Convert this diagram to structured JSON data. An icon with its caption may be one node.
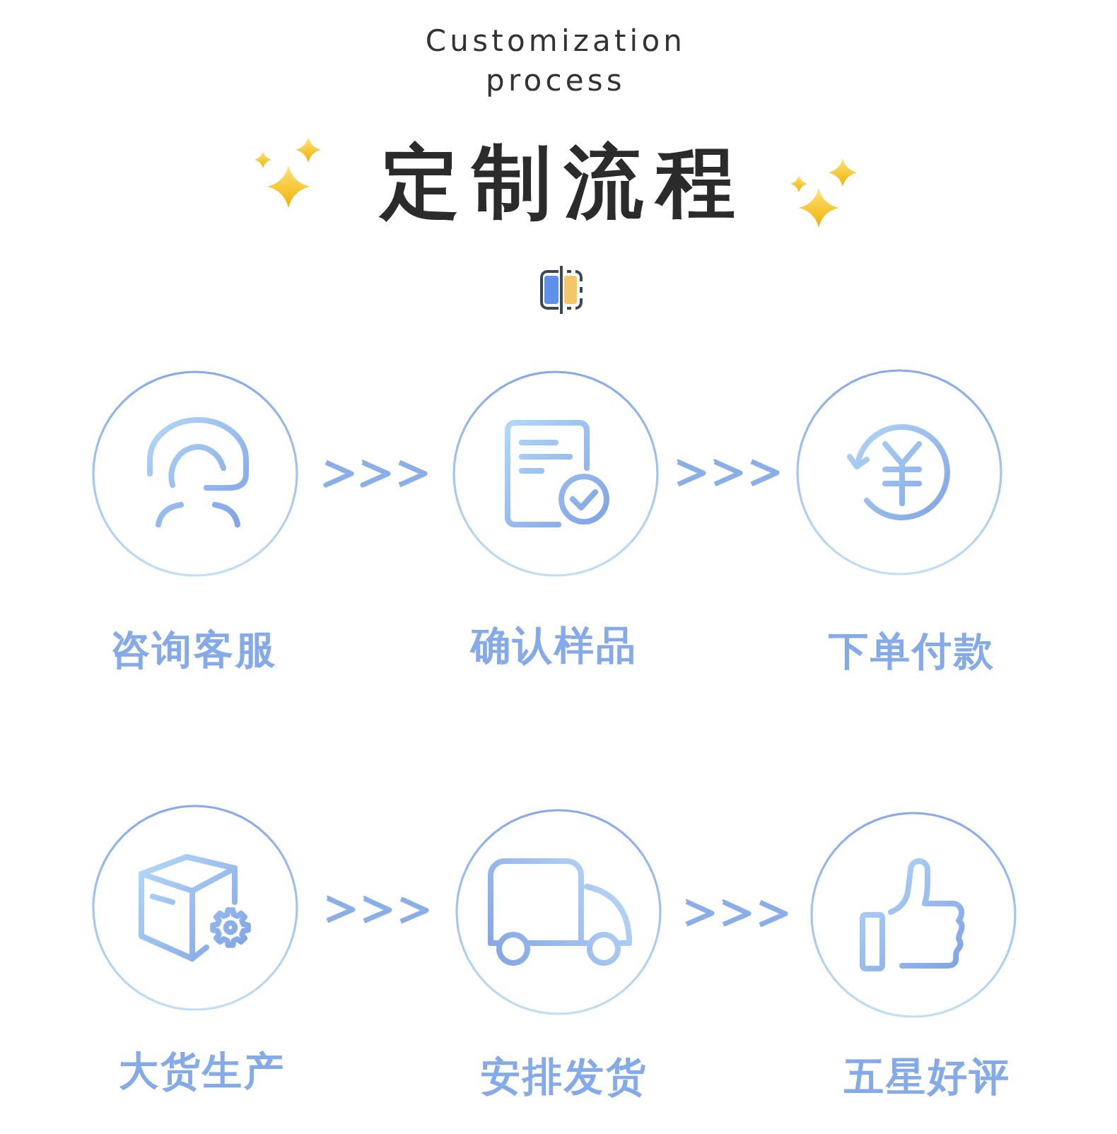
{
  "diagram": {
    "title": "定制流程",
    "nodes": [
      {
        "text": [],
        "shape": "circle",
        "beside": [
          "咨询客服"
        ]
      },
      {
        "text": [],
        "shape": "circle",
        "beside": [
          "确认样品"
        ]
      },
      {
        "text": [],
        "shape": "circle",
        "beside": [
          "下单付款"
        ]
      },
      {
        "text": [],
        "shape": "circle",
        "beside": [
          "大货生产"
        ]
      },
      {
        "text": [],
        "shape": "circle",
        "beside": [
          "安排发货"
        ]
      },
      {
        "text": [],
        "shape": "circle",
        "beside": [
          "五星好评"
        ]
      }
    ],
    "edges": [
      {
        "from": 0,
        "to": 1,
        "arrow": "to"
      },
      {
        "from": 1,
        "to": 2,
        "arrow": "to"
      },
      {
        "from": 3,
        "to": 4,
        "arrow": "to"
      },
      {
        "from": 4,
        "to": 5,
        "arrow": "to"
      }
    ],
    "labels": [
      "Customization process"
    ]
  }
}
